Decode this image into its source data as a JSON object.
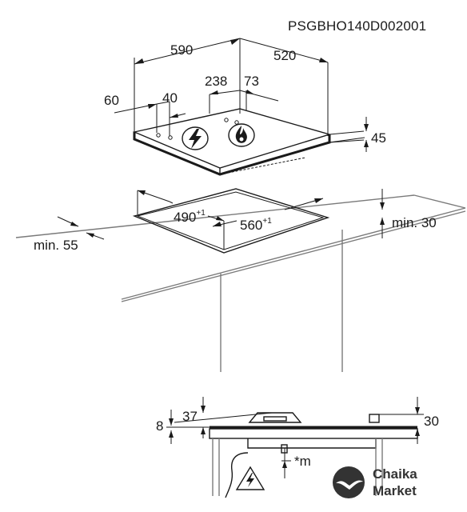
{
  "model_code": "PSGBHO140D002001",
  "top_view": {
    "width": "590",
    "depth": "520",
    "offset_left": "60",
    "offset_40": "40",
    "offset_238": "238",
    "offset_73": "73",
    "height": "45"
  },
  "cutout": {
    "width": "490",
    "width_tol": "+1",
    "depth": "560",
    "depth_tol": "+1",
    "min_front": "min. 55",
    "min_back": "min. 30"
  },
  "section": {
    "dim_37": "37",
    "dim_8": "8",
    "dim_30": "30",
    "note": "*m"
  },
  "watermark": {
    "line1": "Chaika",
    "line2": "Market"
  },
  "colors": {
    "line": "#1a1a1a",
    "worktop": "#7a7a7a",
    "watermark": "#333333"
  },
  "icons": [
    "lightning-icon",
    "flame-icon",
    "warning-triangle-icon"
  ]
}
